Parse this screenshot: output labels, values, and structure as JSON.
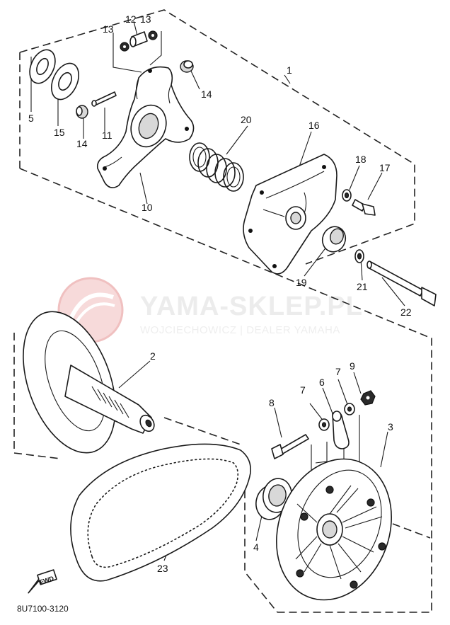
{
  "watermark": {
    "title": "YAMA-SKLEP.PL",
    "subtitle": "WOJCIECHOWICZ | DEALER YAMAHA"
  },
  "diagram_code": "8U7100-3120",
  "fwd_label": "FWD",
  "callouts": {
    "p1": "1",
    "p2": "2",
    "p3": "3",
    "p4": "4",
    "p5": "5",
    "p6": "6",
    "p7a": "7",
    "p7b": "7",
    "p8": "8",
    "p9": "9",
    "p10": "10",
    "p11": "11",
    "p12": "12",
    "p13a": "13",
    "p13b": "13",
    "p14a": "14",
    "p14b": "14",
    "p15": "15",
    "p16": "16",
    "p17": "17",
    "p18": "18",
    "p19": "19",
    "p20": "20",
    "p21": "21",
    "p22": "22",
    "p23": "23"
  }
}
